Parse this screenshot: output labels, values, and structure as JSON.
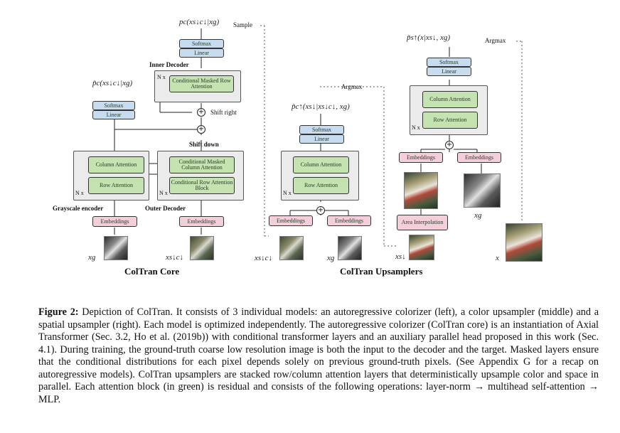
{
  "diagram": {
    "core": {
      "output_left": "p̃c(xs↓c↓|xg)",
      "output_top": "pc(xs↓c↓|xg)",
      "sample_label": "Sample",
      "softmax": "Softmax",
      "linear": "Linear",
      "inner_decoder": "Inner Decoder",
      "cond_masked_row": "Conditional Masked Row Attention",
      "shift_right": "Shift right",
      "shift_down": "Shift down",
      "column_attention": "Column Attention",
      "row_attention": "Row Attention",
      "cond_masked_column": "Conditional Masked Column Attention",
      "cond_row_block": "Conditional Row Attention Block",
      "nx": "N x",
      "grayscale_encoder": "Grayscale encoder",
      "outer_decoder": "Outer Decoder",
      "embeddings": "Embeddings",
      "input_g": "xg",
      "input_coarse": "xs↓c↓",
      "title": "ColTran Core"
    },
    "upsamplers": {
      "color_output": "p̃c↑(xs↓|xs↓c↓, xg)",
      "argmax": "Argmax",
      "softmax": "Softmax",
      "linear": "Linear",
      "column_attention": "Column Attention",
      "row_attention": "Row Attention",
      "nx": "N x",
      "embeddings": "Embeddings",
      "input_coarse": "xs↓c↓",
      "input_g": "xg",
      "spatial_output": "p̃s↑(x|xs↓, xg)",
      "area_interpolation": "Area Interpolation",
      "input_sd": "xs↓",
      "input_x": "x",
      "title": "ColTran Upsamplers"
    }
  },
  "caption": {
    "label": "Figure 2:",
    "text": " Depiction of ColTran. It consists of 3 individual models: an autoregressive colorizer (left), a color upsampler (middle) and a spatial upsampler (right). Each model is optimized independently. The autoregressive colorizer (ColTran core) is an instantiation of Axial Transformer (Sec. 3.2, Ho et al. (2019b)) with conditional transformer layers and an auxiliary parallel head proposed in this work (Sec. 4.1). During training, the ground-truth coarse low resolution image is both the input to the decoder and the target. Masked layers ensure that the conditional distributions for each pixel depends solely on previous ground-truth pixels. (See Appendix G for a recap on autoregressive models). ColTran upsamplers are stacked row/column attention layers that deterministically upsample color and space in parallel. Each attention block (in green) is residual and consists of the following operations: layer-norm → multihead self-attention → MLP."
  }
}
